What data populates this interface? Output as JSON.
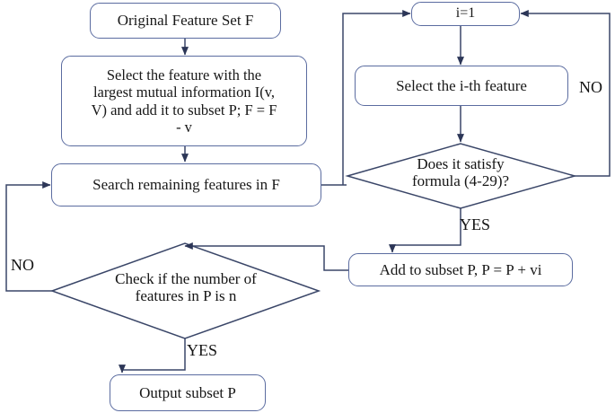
{
  "diagram": {
    "title": "Feature selection flowchart",
    "stroke_color": "#5b6ca0",
    "wire_color": "#3a4668",
    "text_color": "#141414",
    "background": "#ffffff",
    "nodes": {
      "original_feature_set": "Original Feature Set F",
      "select_largest_mi_line1": "Select the feature with the",
      "select_largest_mi_line2": "largest mutual information I(v,",
      "select_largest_mi_line3": "V) and add it to subset P; F = F",
      "select_largest_mi_line4": "- v",
      "search_remaining": "Search remaining features in F",
      "init_i": "i=1",
      "select_ith": "Select the i-th feature",
      "decision_formula_line1": "Does it satisfy",
      "decision_formula_line2": "formula (4-29)?",
      "decision_count_line1": "Check if the number of",
      "decision_count_line2": "features in P is n",
      "add_to_subset": "Add to subset P, P = P + vi",
      "output_subset": "Output subset P"
    },
    "edge_labels": {
      "no_right": "NO",
      "yes_formula": "YES",
      "no_left": "NO",
      "yes_count": "YES"
    }
  }
}
